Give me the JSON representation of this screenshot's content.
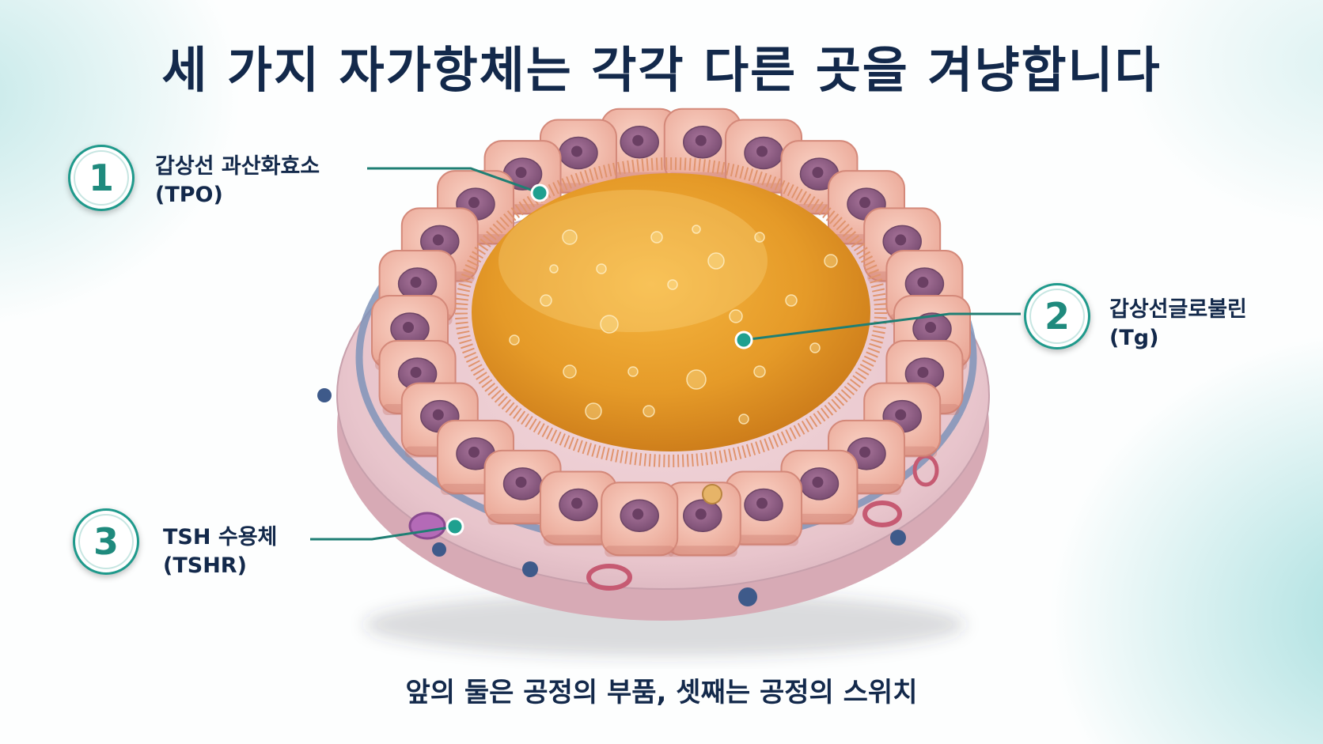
{
  "title": "세 가지 자가항체는 각각 다른 곳을 겨냥합니다",
  "caption": "앞의 둘은 공정의 부품, 셋째는 공정의 스위치",
  "labels": [
    {
      "number": "1",
      "name": "갑상선 과산화효소",
      "abbr": "(TPO)"
    },
    {
      "number": "2",
      "name": "갑상선글로불린",
      "abbr": "(Tg)"
    },
    {
      "number": "3",
      "name": "TSH 수용체",
      "abbr": "(TSHR)"
    }
  ],
  "colors": {
    "title": "#13294b",
    "accent": "#1f9a8c",
    "colloid": "#e8a030",
    "cell": "#f2b8a8",
    "nucleus": "#9c6a8c"
  }
}
